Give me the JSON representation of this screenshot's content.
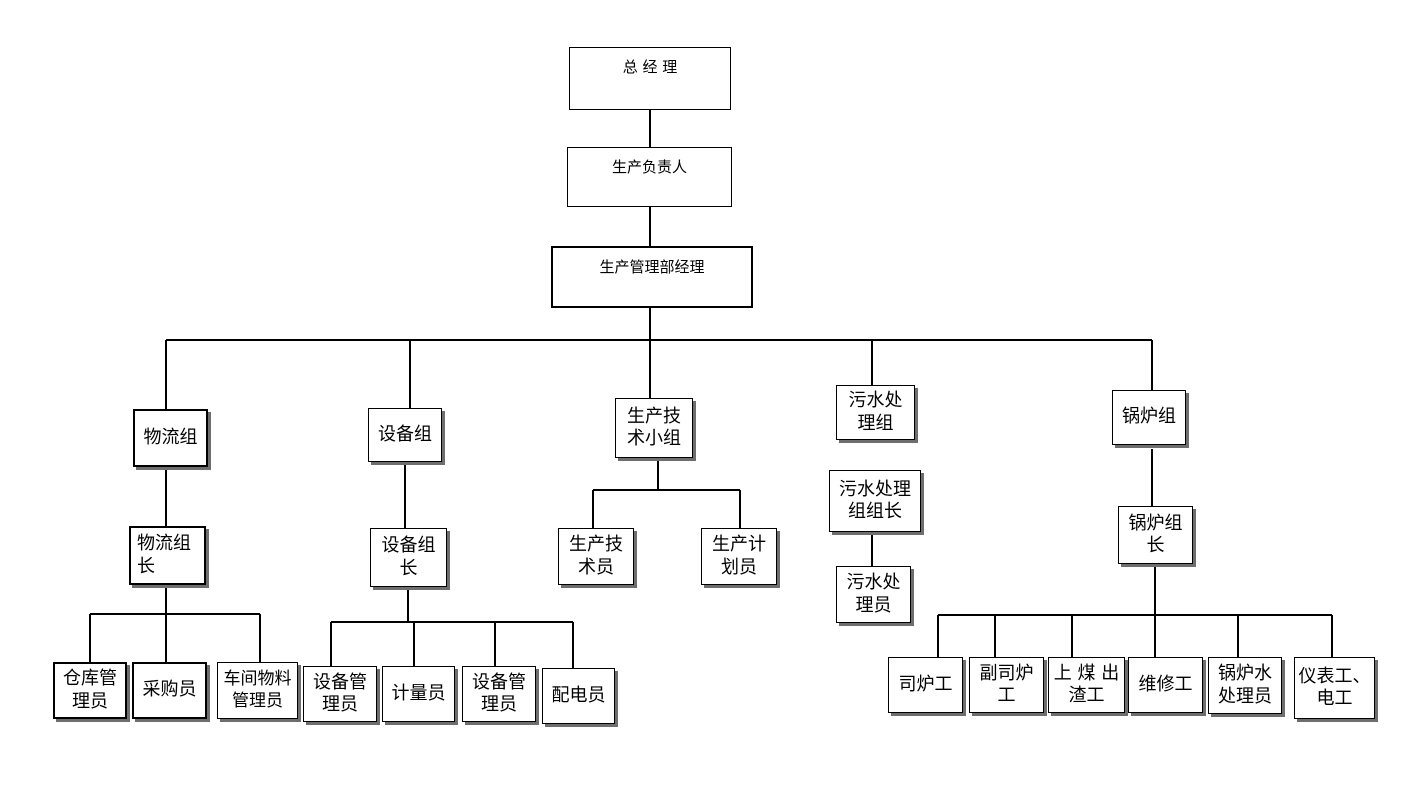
{
  "org": {
    "gm": "总 经 理",
    "prod_head": "生产负责人",
    "prod_mgr": "生产管理部经理",
    "logistics": {
      "group": "物流组",
      "leader": "物流组\n长",
      "staff": [
        "仓库管\n理员",
        "采购员",
        "车间物料\n管理员"
      ]
    },
    "equipment": {
      "group": "设备组",
      "leader": "设备组\n长",
      "staff": [
        "设备管\n理员",
        "计量员",
        "设备管\n理员",
        "配电员"
      ]
    },
    "tech": {
      "group": "生产技\n术小组",
      "staff": [
        "生产技\n术员",
        "生产计\n划员"
      ]
    },
    "sewage": {
      "group": "污水处\n理组",
      "leader": "污水处理\n组组长",
      "staff": [
        "污水处\n理员"
      ]
    },
    "boiler": {
      "group": "锅炉组",
      "leader": "锅炉组\n长",
      "staff": [
        "司炉工",
        "副司炉\n工",
        "上 煤 出\n渣工",
        "维修工",
        "锅炉水\n处理员",
        "仪表工、\n电工"
      ]
    }
  }
}
